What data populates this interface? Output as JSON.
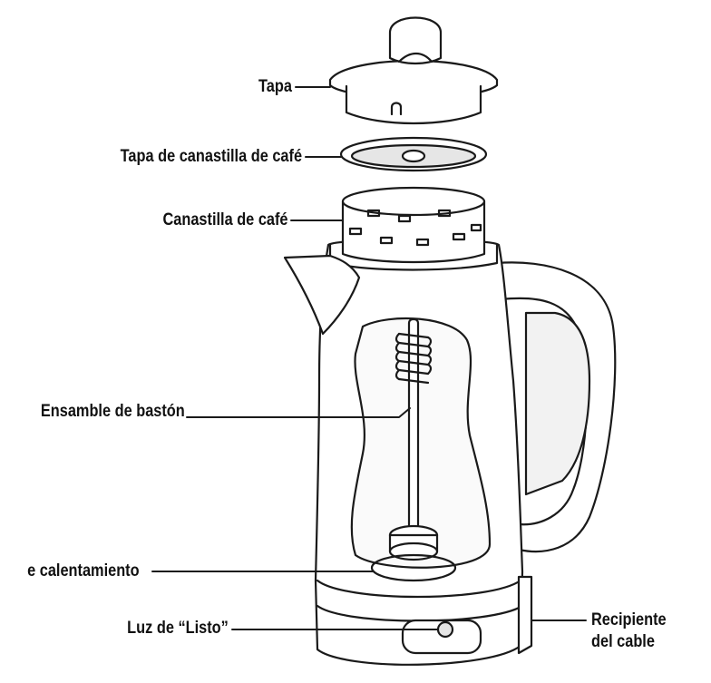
{
  "labels": {
    "tapa": "Tapa",
    "tapa_canastilla": "Tapa de canastilla de café",
    "canastilla": "Canastilla de café",
    "baston": "Ensamble de bastón",
    "calentamiento": "e calentamiento",
    "luz": "Luz de “Listo”",
    "recipiente_line1": "Recipiente",
    "recipiente_line2": "del cable"
  },
  "colors": {
    "stroke": "#1a1a1a",
    "fill": "#ffffff",
    "shade": "#e6e6e6",
    "text": "#111111"
  }
}
